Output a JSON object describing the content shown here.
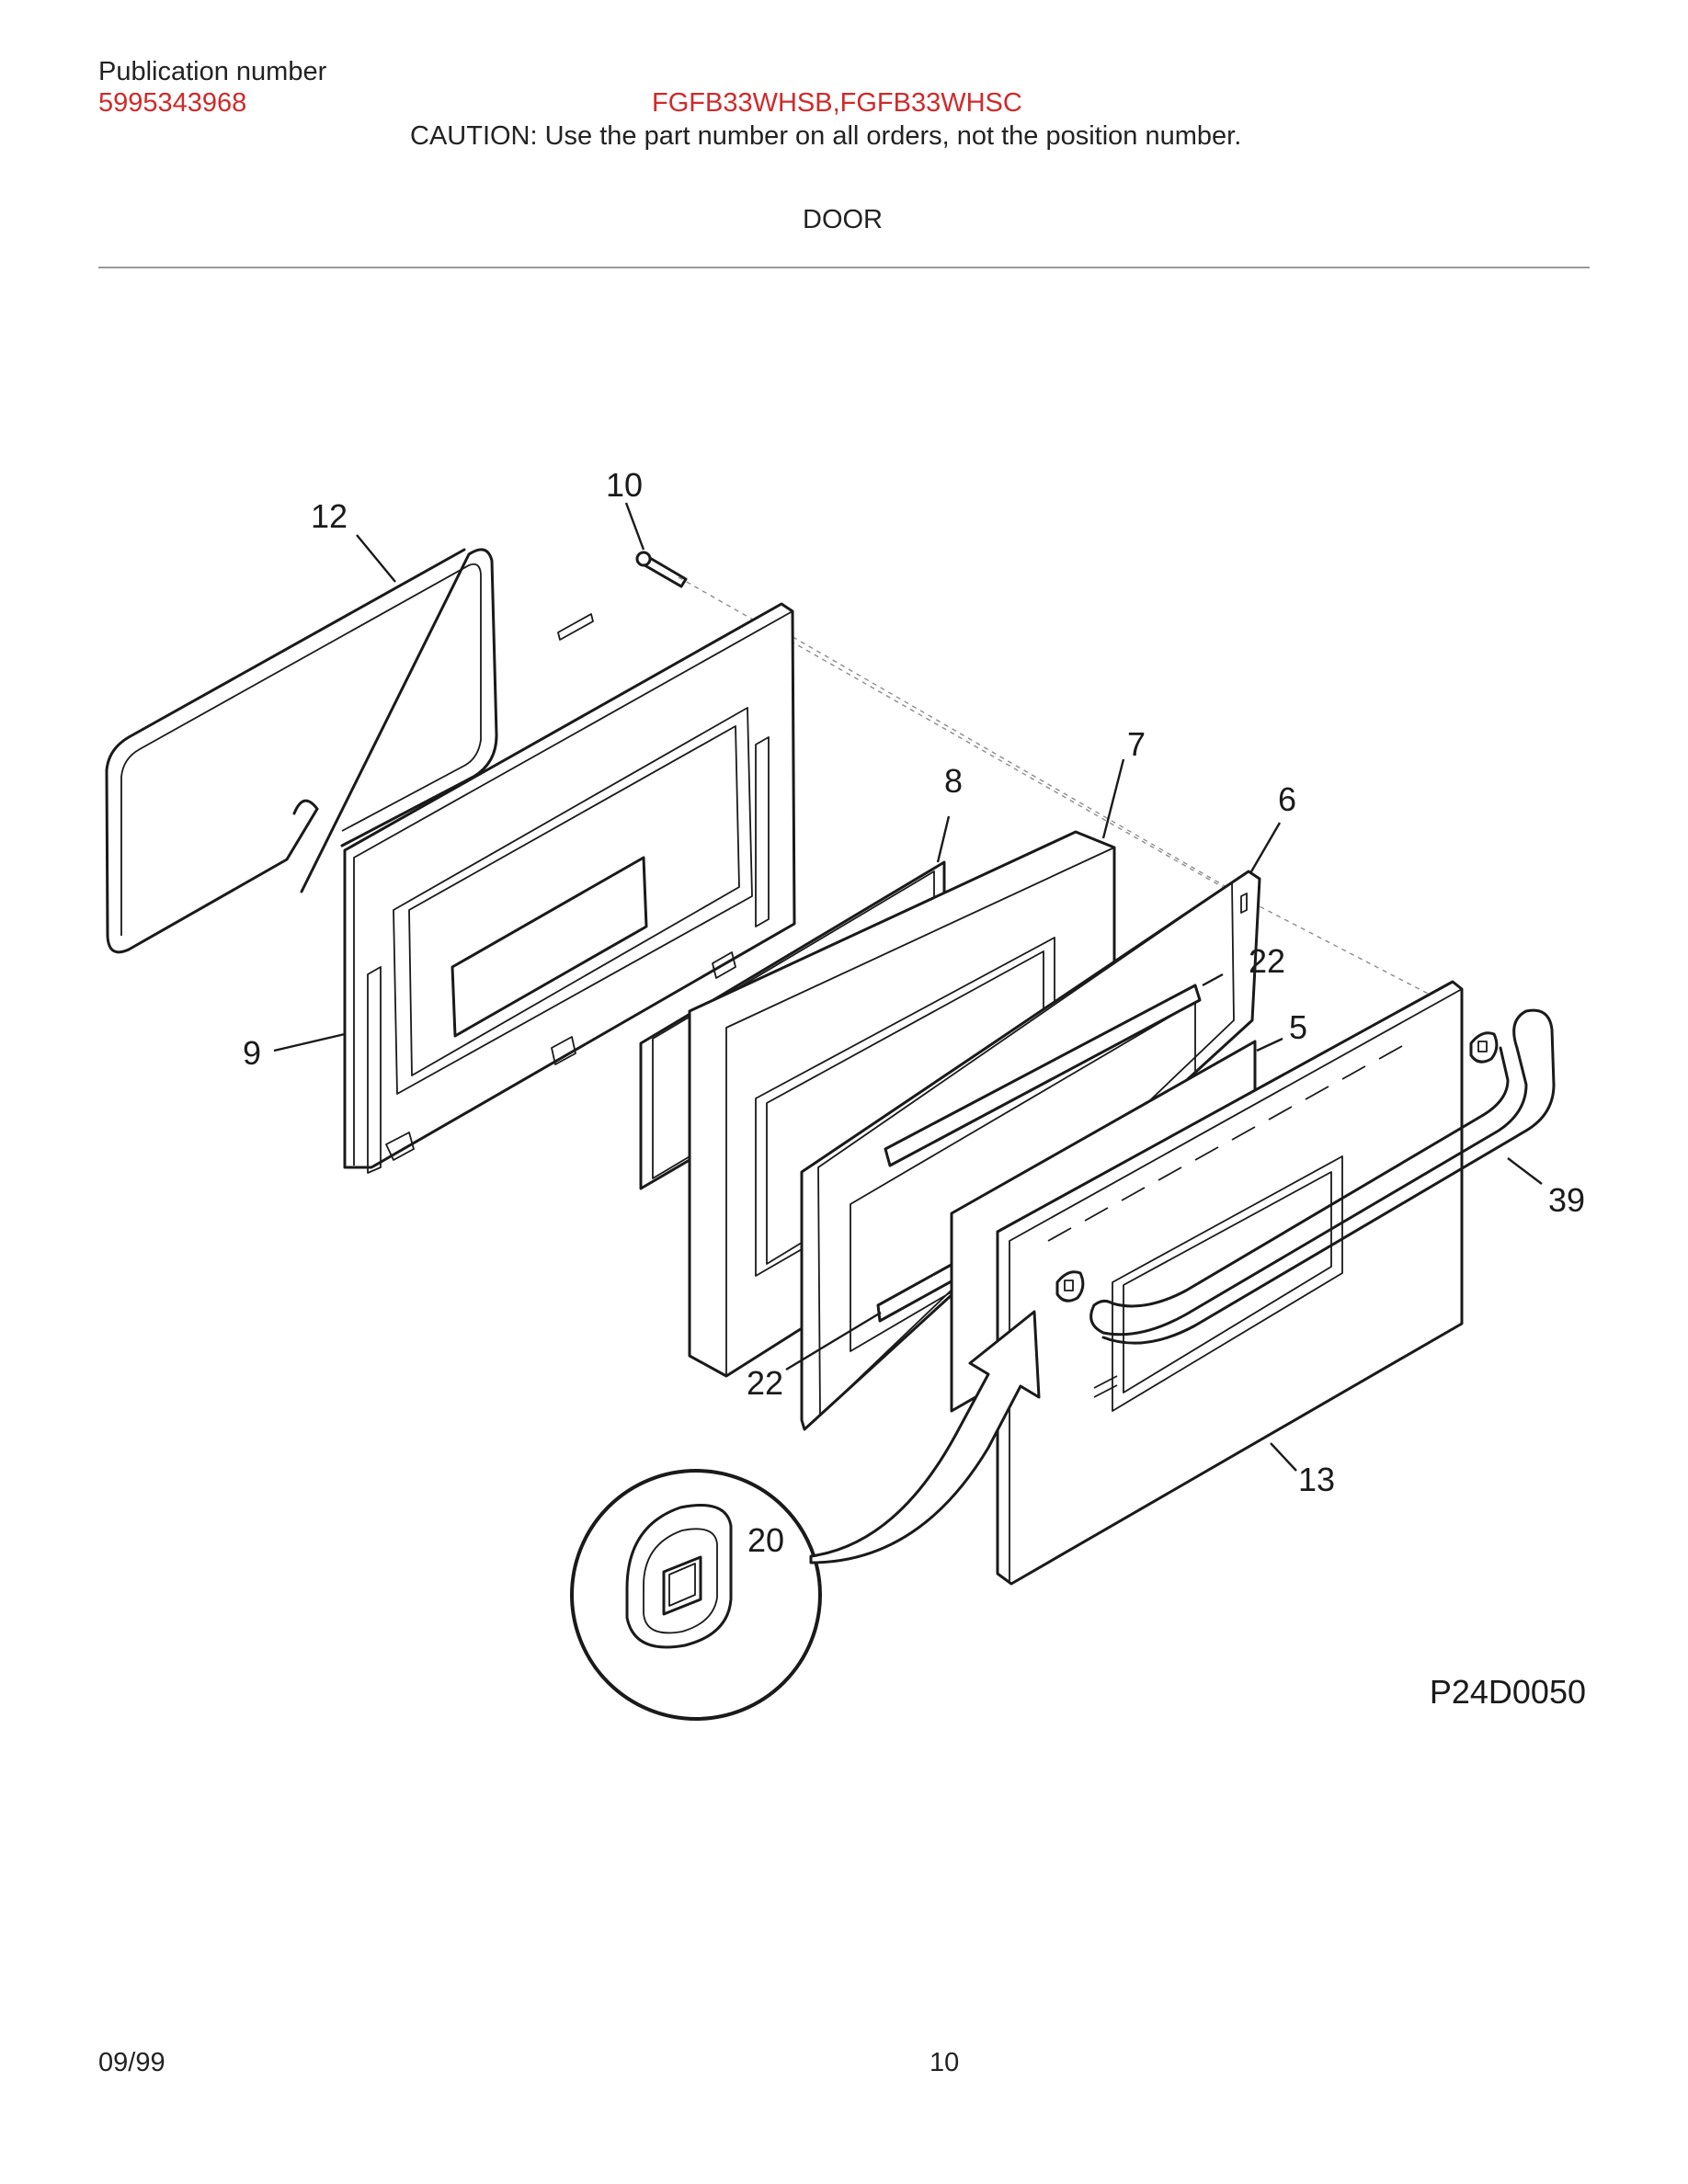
{
  "header": {
    "publication_label": "Publication number",
    "publication_number": "5995343968",
    "models": "FGFB33WHSB,FGFB33WHSC",
    "caution": "CAUTION:  Use the part number on all orders, not the position number.",
    "section_title": "DOOR"
  },
  "diagram": {
    "figure_code": "P24D0050",
    "callouts": [
      "12",
      "10",
      "7",
      "8",
      "6",
      "22",
      "5",
      "9",
      "39",
      "22",
      "13",
      "20"
    ]
  },
  "footer": {
    "date": "09/99",
    "page_number": "10"
  },
  "colors": {
    "accent_red": "#d02a2a",
    "line": "#1a1a1a",
    "rule": "#9a9a9a"
  }
}
